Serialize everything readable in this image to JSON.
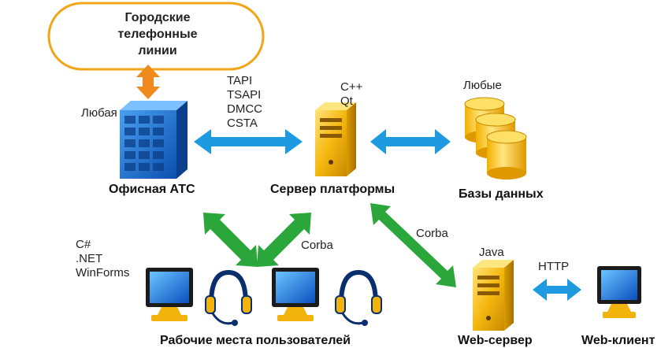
{
  "phone_lines": {
    "label": "Городские телефонные линии",
    "lines": [
      "Городские",
      "телефонные",
      "линии"
    ]
  },
  "pbx": {
    "caption": "Офисная АТС",
    "note": "Любая"
  },
  "protocols": [
    "TAPI",
    "TSAPI",
    "DMCC",
    "CSTA"
  ],
  "platform_server": {
    "caption": "Сервер платформы",
    "tech": [
      "C++",
      "Qt"
    ]
  },
  "databases": {
    "caption": "Базы данных",
    "note": "Любые"
  },
  "workstations": {
    "caption": "Рабочие места пользователей",
    "tech": [
      "C#",
      ".NET",
      "WinForms"
    ],
    "link": "Corba"
  },
  "web_server": {
    "caption": "Web-сервер",
    "tech": "Java",
    "link": "Corba"
  },
  "web_client": {
    "caption": "Web-клиент",
    "link": "HTTP"
  },
  "colors": {
    "orange": "#f08a1c",
    "blue": "#1e9be0",
    "green": "#2aa63a",
    "gold": "#f2b40c",
    "screen": "#1a73d6"
  },
  "icons": [
    "phone-lines-cloud",
    "pbx-server-icon",
    "platform-server-icon",
    "database-icon",
    "monitor-icon",
    "headset-icon",
    "web-server-icon"
  ]
}
